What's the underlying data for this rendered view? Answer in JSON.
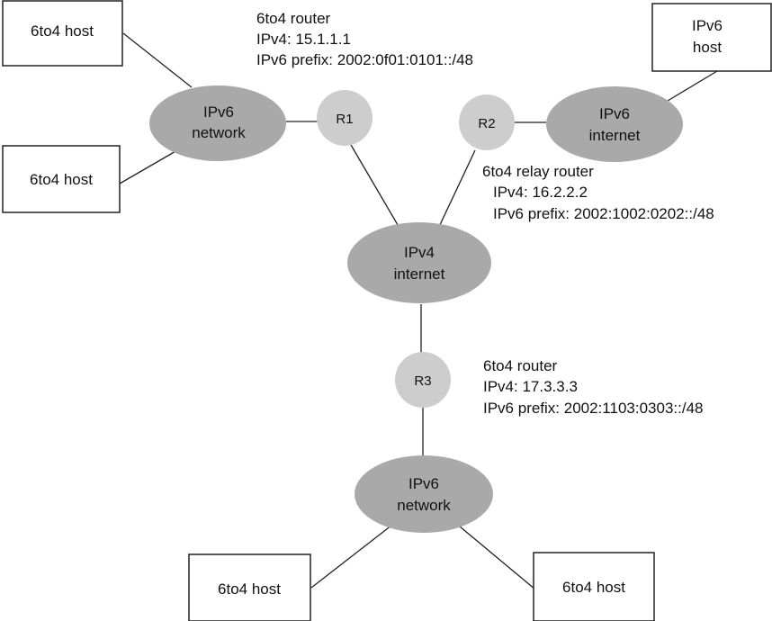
{
  "colors": {
    "network_fill": "#a9a9a9",
    "router_fill": "#cdcdcd",
    "box_stroke": "#222222"
  },
  "hosts": {
    "top_left_1": "6to4 host",
    "top_left_2": "6to4 host",
    "ipv6_host": [
      "IPv6",
      "host"
    ],
    "bottom_left": "6to4 host",
    "bottom_right": "6to4 host"
  },
  "networks": {
    "ipv6_network_top": [
      "IPv6",
      "network"
    ],
    "ipv6_internet": [
      "IPv6",
      "internet"
    ],
    "ipv4_internet": [
      "IPv4",
      "internet"
    ],
    "ipv6_network_bottom": [
      "IPv6",
      "network"
    ]
  },
  "routers": {
    "r1": "R1",
    "r2": "R2",
    "r3": "R3"
  },
  "annotations": {
    "r1": [
      "6to4 router",
      "IPv4: 15.1.1.1",
      "IPv6 prefix: 2002:0f01:0101::/48"
    ],
    "r2": [
      "6to4 relay router",
      "IPv4: 16.2.2.2",
      "IPv6 prefix: 2002:1002:0202::/48"
    ],
    "r3": [
      "6to4 router",
      "IPv4: 17.3.3.3",
      "IPv6 prefix: 2002:1103:0303::/48"
    ]
  }
}
